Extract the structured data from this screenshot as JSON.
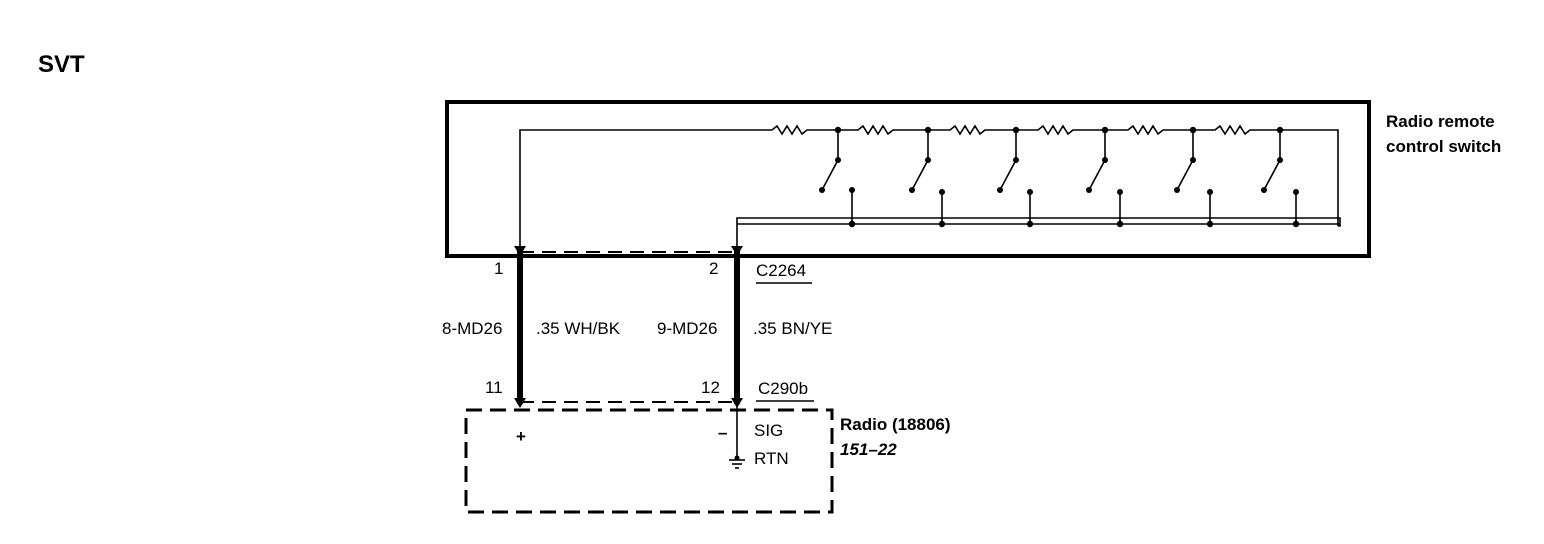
{
  "title": "SVT",
  "switch": {
    "name_line1": "Radio remote",
    "name_line2": "control switch"
  },
  "wires": [
    {
      "pin_top": "1",
      "pin_bottom": "11",
      "circuit": "8-MD26",
      "gauge_color": ".35 WH/BK"
    },
    {
      "pin_top": "2",
      "pin_bottom": "12",
      "circuit": "9-MD26",
      "gauge_color": ".35 BN/YE"
    }
  ],
  "connectors": {
    "top": "C2264",
    "bottom": "C290b"
  },
  "radio": {
    "name": "Radio (18806)",
    "page_ref": "151–22",
    "plus": "+",
    "minus": "–",
    "sig": "SIG",
    "rtn": "RTN"
  }
}
